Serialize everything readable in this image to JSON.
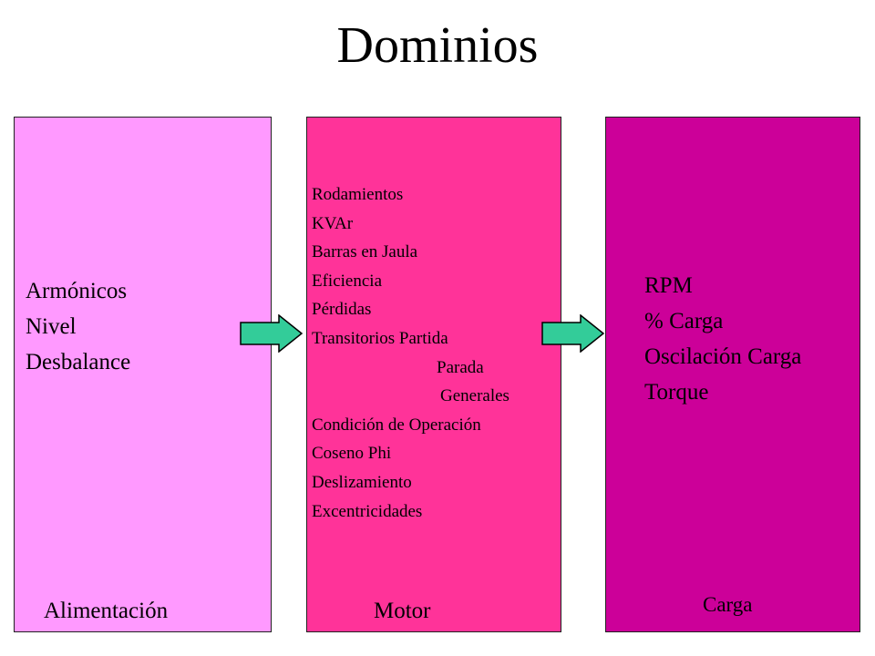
{
  "title": "Dominios",
  "colors": {
    "alimentacion": "#ff99ff",
    "motor": "#ff3399",
    "carga": "#cc0099",
    "arrow_fill": "#33cc99",
    "arrow_stroke": "#000000"
  },
  "domains": [
    {
      "label": "Alimentación",
      "items": [
        "Armónicos",
        "Nivel",
        "Desbalance"
      ]
    },
    {
      "label": "Motor",
      "items": [
        "Rodamientos",
        "KVAr",
        "Barras en Jaula",
        "Eficiencia",
        "Pérdidas",
        "Transitorios Partida",
        "Parada",
        "Generales",
        "Condición de Operación",
        "Coseno Phi",
        "Deslizamiento",
        "Excentricidades"
      ]
    },
    {
      "label": "Carga",
      "items": [
        "RPM",
        "% Carga",
        "Oscilación Carga",
        "Torque"
      ]
    }
  ]
}
